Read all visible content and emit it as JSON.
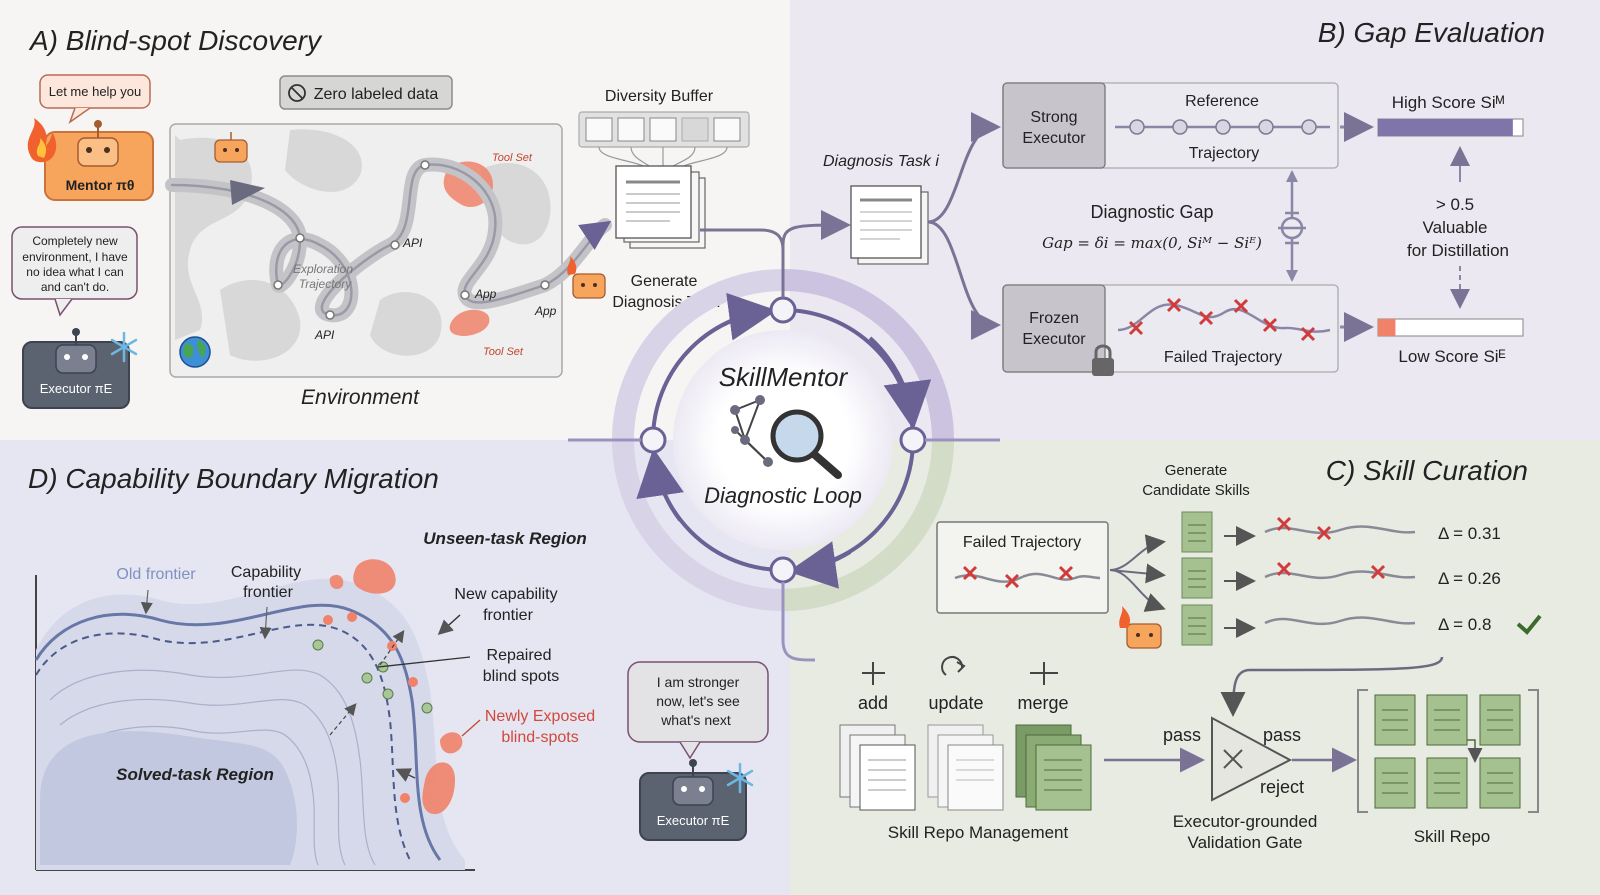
{
  "panels": {
    "a": {
      "title": "A) Blind-spot Discovery",
      "badge": "Zero labeled data",
      "mentor_bubble": "Let me help you",
      "mentor_label": "Mentor πθ",
      "executor_bubble": [
        "Completely new",
        "environment, I have",
        "no idea what I can",
        "and can't do."
      ],
      "executor_label": "Executor πE",
      "env_labels": {
        "tool_set": "Tool Set",
        "api": "API",
        "app": "App",
        "exploration": [
          "Exploration",
          "Trajectory"
        ]
      },
      "environment": "Environment",
      "diversity_buffer": "Diversity Buffer",
      "generate_task": [
        "Generate",
        "Diagnosis Task"
      ]
    },
    "b": {
      "title": "B) Gap Evaluation",
      "task_label": "Diagnosis Task i",
      "strong_executor": [
        "Strong",
        "Executor"
      ],
      "reference": "Reference",
      "trajectory": "Trajectory",
      "frozen_executor": [
        "Frozen",
        "Executor"
      ],
      "failed_trajectory": "Failed Trajectory",
      "gap_title": "Diagnostic Gap",
      "gap_formula": "Gap = δi = max(0, Siᴹ − Siᴱ)",
      "high_score": "High Score Siᴹ",
      "low_score": "Low Score Siᴱ",
      "threshold": [
        "> 0.5",
        "Valuable",
        "for Distillation"
      ],
      "high_fraction": 0.93,
      "low_fraction": 0.12
    },
    "center": {
      "title": "SkillMentor",
      "subtitle": "Diagnostic Loop"
    },
    "c": {
      "title": "C) Skill Curation",
      "generate": [
        "Generate",
        "Candidate Skills"
      ],
      "failed_trajectory": "Failed Trajectory",
      "deltas": [
        "Δ = 0.31",
        "Δ = 0.26",
        "Δ = 0.8"
      ],
      "ops": [
        "add",
        "update",
        "merge"
      ],
      "repo_mgmt": "Skill Repo Management",
      "pass": "pass",
      "reject": "reject",
      "gate": [
        "Executor-grounded",
        "Validation Gate"
      ],
      "repo": "Skill Repo"
    },
    "d": {
      "title": "D) Capability Boundary Migration",
      "unseen": "Unseen-task Region",
      "old_frontier": "Old frontier",
      "capability_frontier": [
        "Capability",
        "frontier"
      ],
      "new_frontier": [
        "New capability",
        "frontier"
      ],
      "repaired": [
        "Repaired",
        "blind spots"
      ],
      "newly_exposed": [
        "Newly Exposed",
        "blind-spots"
      ],
      "solved": "Solved-task Region",
      "executor_bubble": [
        "I am stronger",
        "now, let's see",
        "what's next"
      ],
      "executor_label": "Executor πE"
    }
  },
  "colors": {
    "mentor": "#f7a45c",
    "executor": "#5b6270",
    "purple": "#8a7fb6",
    "red": "#d23b3b",
    "green_doc": "#8fae7a",
    "salmon": "#f0826a"
  }
}
